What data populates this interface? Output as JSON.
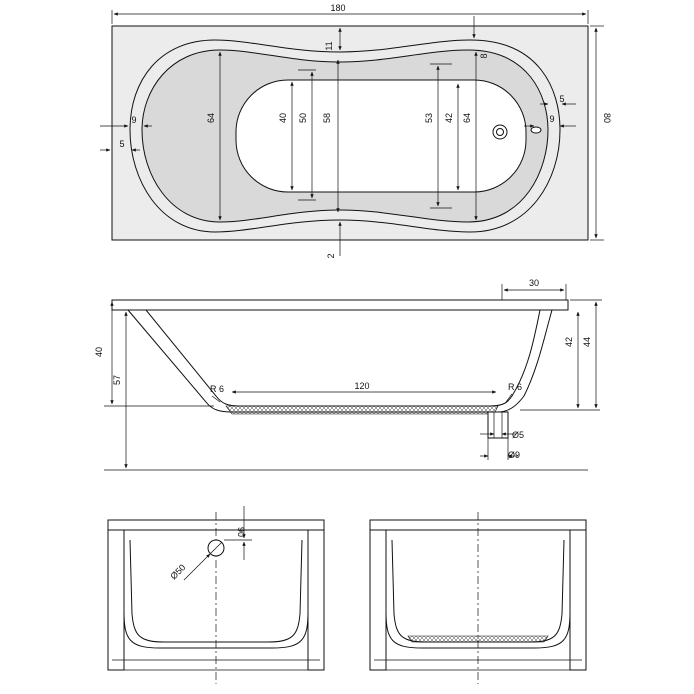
{
  "top_view": {
    "overall_length": "180",
    "overall_width": "80",
    "rim_top": "11",
    "rim_right_top": "8",
    "bottom_gap": "2",
    "inner_width_left": "64",
    "inner_floor_left": "40",
    "inner_mid_left": "50",
    "center_depth": "58",
    "inner_mid_right": "53",
    "inner_floor_right": "42",
    "inner_width_right": "64",
    "left_offset_a": "9",
    "left_offset_b": "5",
    "right_offset_a": "5",
    "right_offset_b": "9"
  },
  "side_view": {
    "top_run": "30",
    "depth_inner": "40",
    "depth_total": "57",
    "depth_right_inner": "42",
    "depth_right_total": "44",
    "floor_length": "120",
    "radius_left": "R 6",
    "radius_right": "R 6",
    "drain_inner": "Ø5",
    "drain_outer": "Ø9"
  },
  "end_view": {
    "overflow_diameter": "Ø50",
    "overflow_offset": "90"
  }
}
